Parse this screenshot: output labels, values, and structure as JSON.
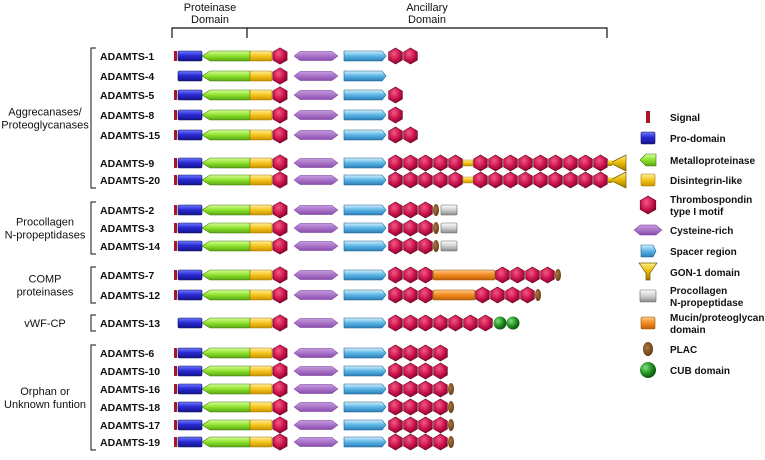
{
  "header": {
    "proteinase": [
      "Proteinase",
      "Domain"
    ],
    "ancillary": [
      "Ancillary",
      "Domain"
    ]
  },
  "groups": [
    {
      "id": "aggrecanases",
      "label": [
        "Aggrecanases/",
        "Proteoglycanases"
      ]
    },
    {
      "id": "procollagen",
      "label": [
        "Procollagen",
        "N-propeptidases"
      ]
    },
    {
      "id": "comp",
      "label": [
        "COMP",
        "proteinases"
      ]
    },
    {
      "id": "vwfcp",
      "label": [
        "vWF-CP"
      ]
    },
    {
      "id": "orphan",
      "label": [
        "Orphan or",
        "Unknown funtion"
      ]
    }
  ],
  "proteins": [
    {
      "name": "ADAMTS-1",
      "sig": true,
      "dis": true,
      "tsp1": 1,
      "cys": true,
      "sp": true,
      "tsp": 2,
      "gon": false,
      "plac": false,
      "cub": 0,
      "muc": false,
      "pnp": false
    },
    {
      "name": "ADAMTS-4",
      "sig": false,
      "dis": true,
      "tsp1": 1,
      "cys": true,
      "sp": true,
      "tsp": 0,
      "gon": false,
      "plac": false,
      "cub": 0,
      "muc": false,
      "pnp": false
    },
    {
      "name": "ADAMTS-5",
      "sig": true,
      "dis": true,
      "tsp1": 1,
      "cys": true,
      "sp": true,
      "tsp": 1,
      "gon": false,
      "plac": false,
      "cub": 0,
      "muc": false,
      "pnp": false
    },
    {
      "name": "ADAMTS-8",
      "sig": true,
      "dis": true,
      "tsp1": 1,
      "cys": true,
      "sp": true,
      "tsp": 1,
      "gon": false,
      "plac": false,
      "cub": 0,
      "muc": false,
      "pnp": false
    },
    {
      "name": "ADAMTS-15",
      "sig": true,
      "dis": true,
      "tsp1": 1,
      "cys": true,
      "sp": true,
      "tsp": 2,
      "gon": false,
      "plac": false,
      "cub": 0,
      "muc": false,
      "pnp": false
    },
    {
      "name": "ADAMTS-9",
      "sig": true,
      "dis": true,
      "tsp1": 1,
      "cys": true,
      "sp": true,
      "tsp": 14,
      "gon": true,
      "plac": false,
      "cub": 0,
      "muc": false,
      "pnp": false
    },
    {
      "name": "ADAMTS-20",
      "sig": true,
      "dis": true,
      "tsp1": 1,
      "cys": true,
      "sp": true,
      "tsp": 14,
      "gon": true,
      "plac": false,
      "cub": 0,
      "muc": false,
      "pnp": false
    },
    {
      "name": "ADAMTS-2",
      "sig": true,
      "dis": true,
      "tsp1": 1,
      "cys": true,
      "sp": true,
      "tsp": 3,
      "gon": false,
      "plac": true,
      "cub": 0,
      "muc": false,
      "pnp": true
    },
    {
      "name": "ADAMTS-3",
      "sig": true,
      "dis": true,
      "tsp1": 1,
      "cys": true,
      "sp": true,
      "tsp": 3,
      "gon": false,
      "plac": true,
      "cub": 0,
      "muc": false,
      "pnp": true
    },
    {
      "name": "ADAMTS-14",
      "sig": true,
      "dis": true,
      "tsp1": 1,
      "cys": true,
      "sp": true,
      "tsp": 3,
      "gon": false,
      "plac": true,
      "cub": 0,
      "muc": false,
      "pnp": true
    },
    {
      "name": "ADAMTS-7",
      "sig": true,
      "dis": true,
      "tsp1": 1,
      "cys": true,
      "sp": true,
      "tsp": 3,
      "gon": false,
      "plac": true,
      "cub": 0,
      "muc": true,
      "pnp": false,
      "tsp_after": 4
    },
    {
      "name": "ADAMTS-12",
      "sig": true,
      "dis": true,
      "tsp1": 1,
      "cys": true,
      "sp": true,
      "tsp": 3,
      "gon": false,
      "plac": true,
      "cub": 0,
      "muc": true,
      "pnp": false,
      "tsp_after": 4
    },
    {
      "name": "ADAMTS-13",
      "sig": false,
      "dis": true,
      "tsp1": 1,
      "cys": true,
      "sp": true,
      "tsp": 7,
      "gon": false,
      "plac": false,
      "cub": 2,
      "muc": false,
      "pnp": false
    },
    {
      "name": "ADAMTS-6",
      "sig": true,
      "dis": true,
      "tsp1": 1,
      "cys": true,
      "sp": true,
      "tsp": 4,
      "gon": false,
      "plac": false,
      "cub": 0,
      "muc": false,
      "pnp": false
    },
    {
      "name": "ADAMTS-10",
      "sig": true,
      "dis": true,
      "tsp1": 1,
      "cys": true,
      "sp": true,
      "tsp": 4,
      "gon": false,
      "plac": false,
      "cub": 0,
      "muc": false,
      "pnp": false
    },
    {
      "name": "ADAMTS-16",
      "sig": true,
      "dis": true,
      "tsp1": 1,
      "cys": true,
      "sp": true,
      "tsp": 4,
      "gon": false,
      "plac": true,
      "cub": 0,
      "muc": false,
      "pnp": false
    },
    {
      "name": "ADAMTS-18",
      "sig": true,
      "dis": true,
      "tsp1": 1,
      "cys": true,
      "sp": true,
      "tsp": 4,
      "gon": false,
      "plac": true,
      "cub": 0,
      "muc": false,
      "pnp": false
    },
    {
      "name": "ADAMTS-17",
      "sig": true,
      "dis": true,
      "tsp1": 1,
      "cys": true,
      "sp": true,
      "tsp": 4,
      "gon": false,
      "plac": true,
      "cub": 0,
      "muc": false,
      "pnp": false
    },
    {
      "name": "ADAMTS-19",
      "sig": true,
      "dis": true,
      "tsp1": 1,
      "cys": true,
      "sp": true,
      "tsp": 4,
      "gon": false,
      "plac": true,
      "cub": 0,
      "muc": false,
      "pnp": false
    }
  ],
  "legend": [
    {
      "key": "signal",
      "label": [
        "Signal"
      ],
      "color": "#a8162c"
    },
    {
      "key": "prodomain",
      "label": [
        "Pro-domain"
      ],
      "color": "#2222cc"
    },
    {
      "key": "metallo",
      "label": [
        "Metalloproteinase"
      ],
      "color": "#8ee22e"
    },
    {
      "key": "disintegrin",
      "label": [
        "Disintegrin-like"
      ],
      "color": "#f2c21a"
    },
    {
      "key": "tsp",
      "label": [
        "Thrombospondin",
        "type I motif"
      ],
      "color": "#c8104a"
    },
    {
      "key": "cysrich",
      "label": [
        "Cysteine-rich"
      ],
      "color": "#9b59b6"
    },
    {
      "key": "spacer",
      "label": [
        "Spacer region"
      ],
      "color": "#5ab4e6"
    },
    {
      "key": "gon1",
      "label": [
        "GON-1 domain"
      ],
      "color": "#e6b800"
    },
    {
      "key": "pnp",
      "label": [
        "Procollagen",
        "N-propeptidase"
      ],
      "color": "#bbbbbb"
    },
    {
      "key": "mucin",
      "label": [
        "Mucin/proteoglycan",
        "domain"
      ],
      "color": "#f28a1e"
    },
    {
      "key": "plac",
      "label": [
        "PLAC"
      ],
      "color": "#7a4a22"
    },
    {
      "key": "cub",
      "label": [
        "CUB domain"
      ],
      "color": "#1f8a1f"
    }
  ]
}
